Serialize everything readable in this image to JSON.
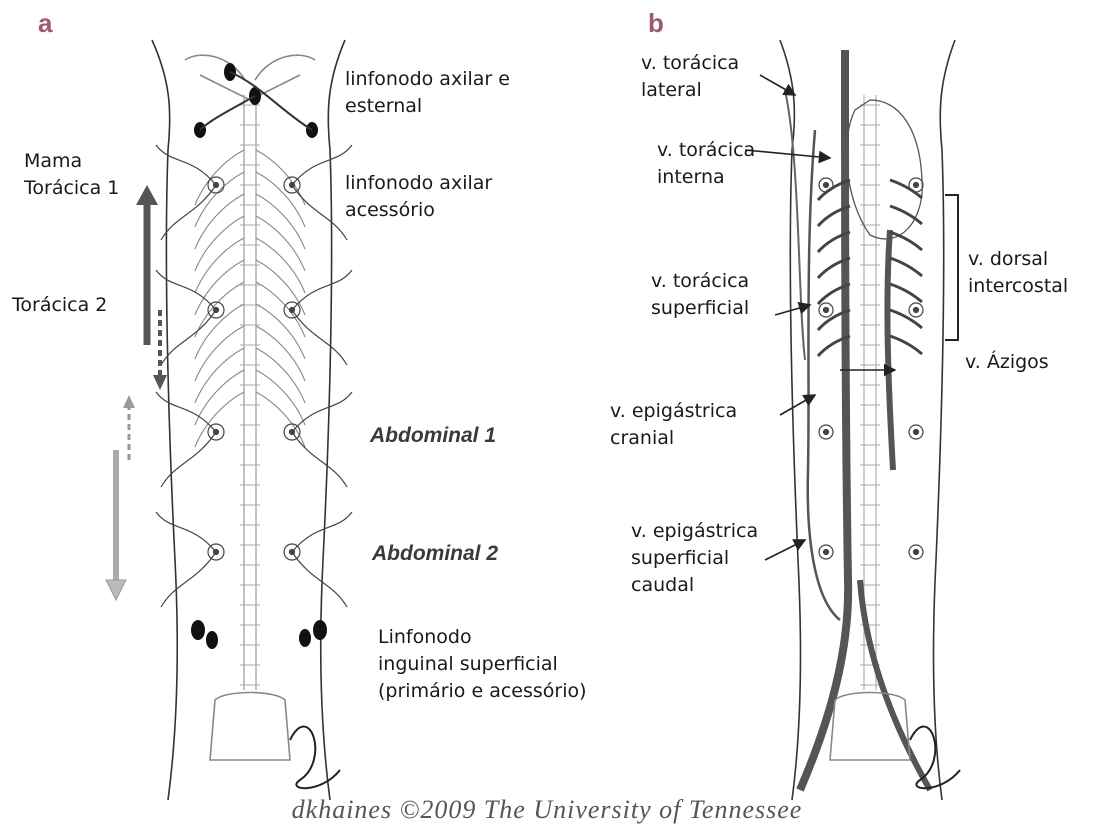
{
  "panels": {
    "a": {
      "letter": "a",
      "labels": {
        "axillary_sternal": [
          "linfonodo axilar e",
          "esternal"
        ],
        "axillary_accessory": [
          "linfonodo axilar",
          "acessório"
        ],
        "mama": [
          "Mama",
          "Torácica 1"
        ],
        "thoracic2": "Torácica 2",
        "abdominal1": "Abdominal 1",
        "abdominal2": "Abdominal 2",
        "inguinal": [
          "Linfonodo",
          "inguinal superficial",
          "(primário e acessório)"
        ]
      }
    },
    "b": {
      "letter": "b",
      "labels": {
        "lateral_thoracic": [
          "v. torácica",
          "lateral"
        ],
        "internal_thoracic": [
          "v. torácica",
          "interna"
        ],
        "superficial_thoracic": [
          "v. torácica",
          "superficial"
        ],
        "dorsal_intercostal": [
          "v. dorsal",
          "intercostal"
        ],
        "azygos": "v. Ázigos",
        "cranial_epigastric": [
          "v. epigástrica",
          "cranial"
        ],
        "caudal_epigastric": [
          "v. epigástrica",
          "superficial",
          "caudal"
        ]
      }
    }
  },
  "copyright": "dkhaines ©2009 The University of Tennessee"
}
